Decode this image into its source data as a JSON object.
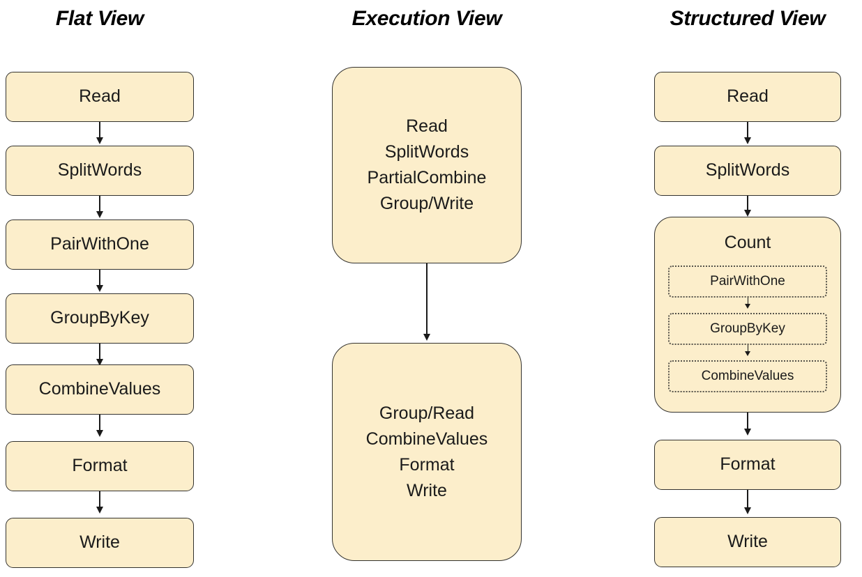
{
  "diagram": {
    "title_hidden": "Three views of a word-count pipeline",
    "background_color": "#ffffff",
    "node_fill_color": "#fceecb",
    "node_border_color": "#33322e",
    "edge_color": "#1a1a1a",
    "subnode_border_color": "#55524a"
  },
  "columns": [
    {
      "id": "flat-view",
      "title": "Flat View",
      "nodes": [
        {
          "label": "Read"
        },
        {
          "label": "SplitWords"
        },
        {
          "label": "PairWithOne"
        },
        {
          "label": "GroupByKey"
        },
        {
          "label": "CombineValues"
        },
        {
          "label": "Format"
        },
        {
          "label": "Write"
        }
      ]
    },
    {
      "id": "execution-view",
      "title": "Execution View",
      "nodes": [
        {
          "lines": [
            "Read",
            "SplitWords",
            "PartialCombine",
            "Group/Write"
          ]
        },
        {
          "lines": [
            "Group/Read",
            "CombineValues",
            "Format",
            "Write"
          ]
        }
      ]
    },
    {
      "id": "structured-view",
      "title": "Structured View",
      "nodes": [
        {
          "label": "Read"
        },
        {
          "label": "SplitWords"
        },
        {
          "label": "Count",
          "is_group": true,
          "children": [
            {
              "label": "PairWithOne"
            },
            {
              "label": "GroupByKey"
            },
            {
              "label": "CombineValues"
            }
          ]
        },
        {
          "label": "Format"
        },
        {
          "label": "Write"
        }
      ]
    }
  ]
}
